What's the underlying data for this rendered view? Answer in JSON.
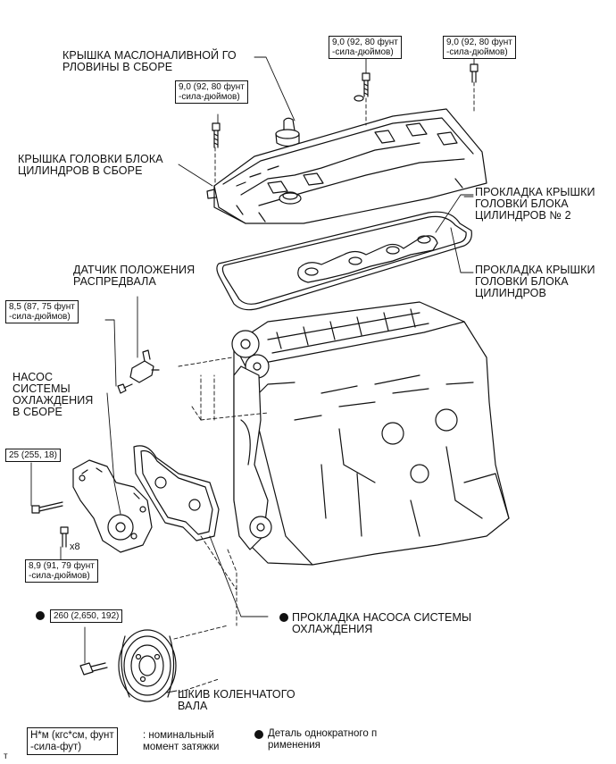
{
  "labels": {
    "oil_filler_cap": [
      "КРЫШКА МАСЛОНАЛИВНОЙ ГО",
      "РЛОВИНЫ В СБОРЕ"
    ],
    "head_cover": [
      "КРЫШКА ГОЛОВКИ БЛОКА",
      "ЦИЛИНДРОВ В СБОРЕ"
    ],
    "head_cover_gasket_no2": [
      "ПРОКЛАДКА КРЫШКИ",
      "ГОЛОВКИ БЛОКА",
      "ЦИЛИНДРОВ № 2"
    ],
    "head_cover_gasket": [
      "ПРОКЛАДКА КРЫШКИ",
      "ГОЛОВКИ БЛОКА",
      "ЦИЛИНДРОВ"
    ],
    "cam_sensor": [
      "ДАТЧИК ПОЛОЖЕНИЯ",
      "РАСПРЕДВАЛА"
    ],
    "water_pump": [
      "НАСОС",
      "СИСТЕМЫ",
      "ОХЛАЖДЕНИЯ",
      "В СБОРЕ"
    ],
    "water_pump_gasket": [
      "ПРОКЛАДКА НАСОСА СИСТЕМЫ",
      "ОХЛАЖДЕНИЯ"
    ],
    "crank_pulley": [
      "ШКИВ КОЛЕНЧАТОГО",
      "ВАЛА"
    ]
  },
  "torques": {
    "cover_bolt_center": [
      "9,0 (92, 80 фунт",
      "-сила-дюймов)"
    ],
    "cover_bolt_right": [
      "9,0 (92, 80 фунт",
      "-сила-дюймов)"
    ],
    "cover_bolt_left": [
      "9,0 (92, 80 фунт",
      "-сила-дюймов)"
    ],
    "sensor_bolt": [
      "8,5 (87, 75 фунт",
      "-сила-дюймов)"
    ],
    "pump_bolt_top": [
      "25 (255, 18)"
    ],
    "pump_bolts_x8": [
      "8,9 (91, 79 фунт",
      "-сила-дюймов)"
    ],
    "pulley_bolt": [
      "260 (2,650, 192)"
    ]
  },
  "multiplier": "x8",
  "legend": {
    "torque_unit": [
      "Н*м (кгс*см, фунт",
      "-сила-фут)"
    ],
    "torque_desc": [
      ": номинальный",
      "момент затяжки"
    ],
    "nonreusable": [
      "Деталь однократного п",
      "рименения"
    ]
  },
  "corner_mark": "т",
  "colors": {
    "ink": "#111111",
    "paper": "#ffffff"
  }
}
